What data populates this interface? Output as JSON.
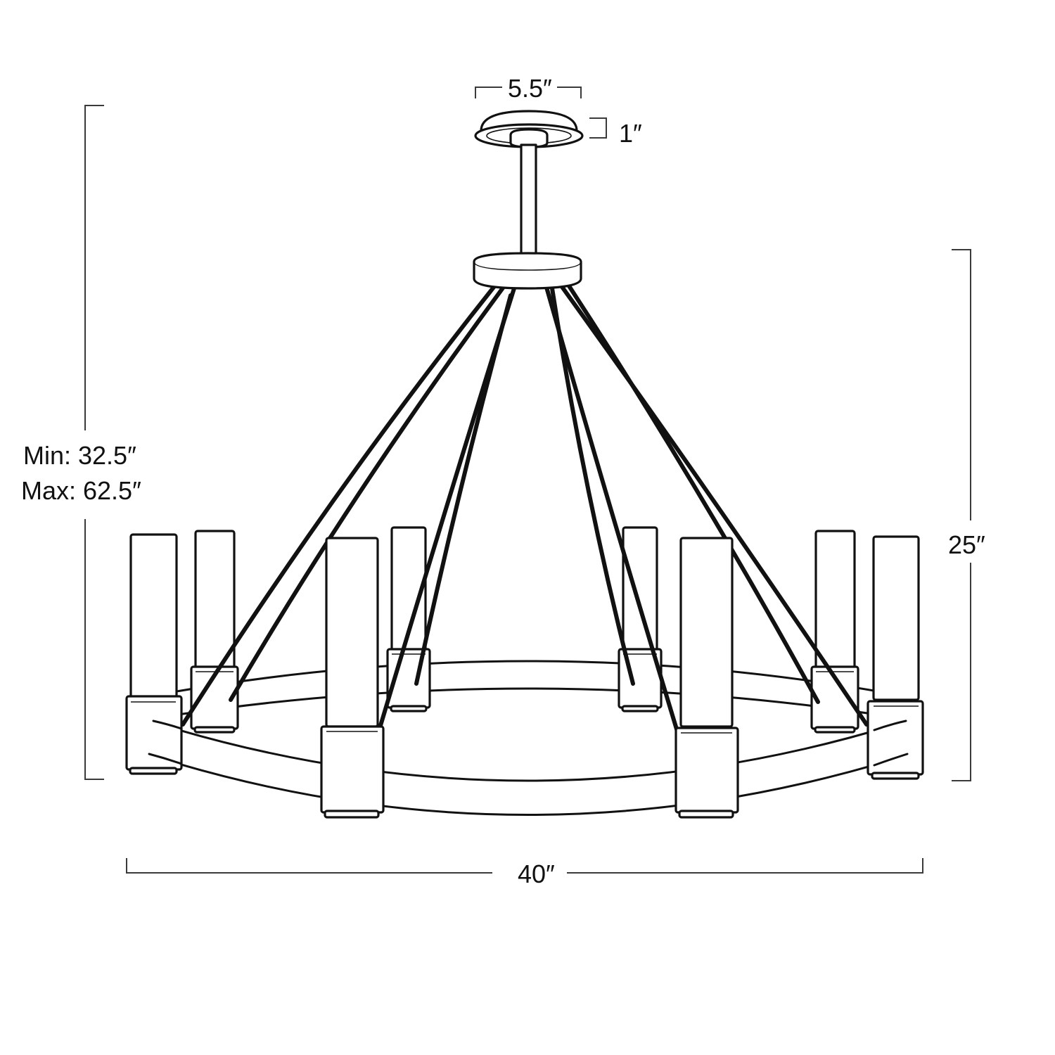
{
  "diagram": {
    "subject": "Eight-light ring chandelier dimension drawing",
    "colors": {
      "line": "#111111",
      "dimension_line": "#3a3a3a",
      "background": "#ffffff"
    },
    "dimensions": {
      "canopy_width": {
        "label": "5.5″",
        "value": 5.5,
        "unit": "in"
      },
      "canopy_height": {
        "label": "1″",
        "value": 1,
        "unit": "in"
      },
      "overall_height_min": {
        "label": "Min: 32.5″",
        "value": 32.5,
        "unit": "in"
      },
      "overall_height_max": {
        "label": "Max: 62.5″",
        "value": 62.5,
        "unit": "in"
      },
      "body_height": {
        "label": "25″",
        "value": 25,
        "unit": "in"
      },
      "overall_width": {
        "label": "40″",
        "value": 40,
        "unit": "in"
      }
    },
    "components": {
      "canopy": "ceiling-canopy",
      "stem": "down-rod",
      "hub": "center-hub",
      "support_rods": 8,
      "lights": 8,
      "ring": "circular-ring-frame"
    }
  }
}
